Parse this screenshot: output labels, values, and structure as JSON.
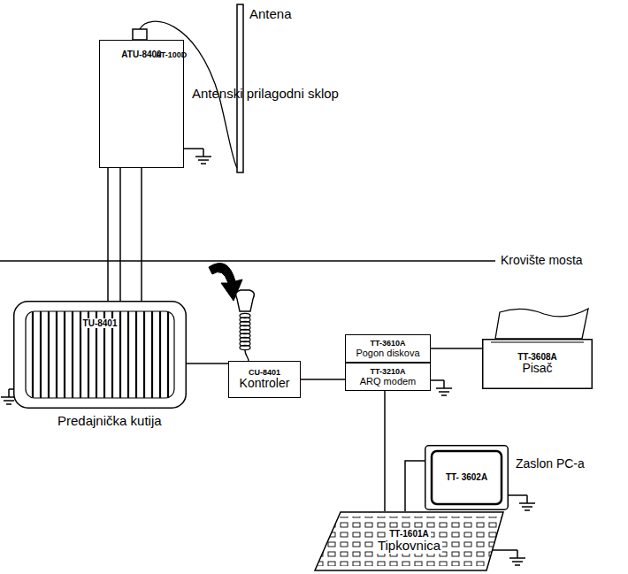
{
  "diagram": {
    "nodes": [
      {
        "text": [
          "ATU-8400",
          "Antenski prilagodni sklop"
        ]
      },
      {
        "text": [
          "TU-8401",
          "Predajnička kutija"
        ]
      },
      {
        "text": [
          "CU-8401",
          "Kontroler"
        ]
      },
      {
        "text": [
          "TT-3610A",
          "Pogon diskova"
        ]
      },
      {
        "text": [
          "TT-3210A",
          "ARQ modem"
        ]
      },
      {
        "text": [
          "TT-3608A",
          "Pisač"
        ]
      },
      {
        "text": [
          "TT- 3602A",
          "Zaslon PC-a"
        ]
      },
      {
        "text": [
          "TT-1601A",
          "Tipkovnica"
        ]
      }
    ],
    "edges": [
      {
        "from": 0,
        "to": 1,
        "arrow": "none"
      },
      {
        "from": 1,
        "to": 2,
        "arrow": "none"
      },
      {
        "from": 2,
        "to": 4,
        "arrow": "none"
      },
      {
        "from": 3,
        "to": 5,
        "arrow": "none"
      },
      {
        "from": 4,
        "to": 7,
        "arrow": "none"
      },
      {
        "from": 6,
        "to": 7,
        "arrow": "none"
      }
    ],
    "labels": [
      "Antena",
      "AT-100D",
      "Krovište mosta"
    ]
  }
}
